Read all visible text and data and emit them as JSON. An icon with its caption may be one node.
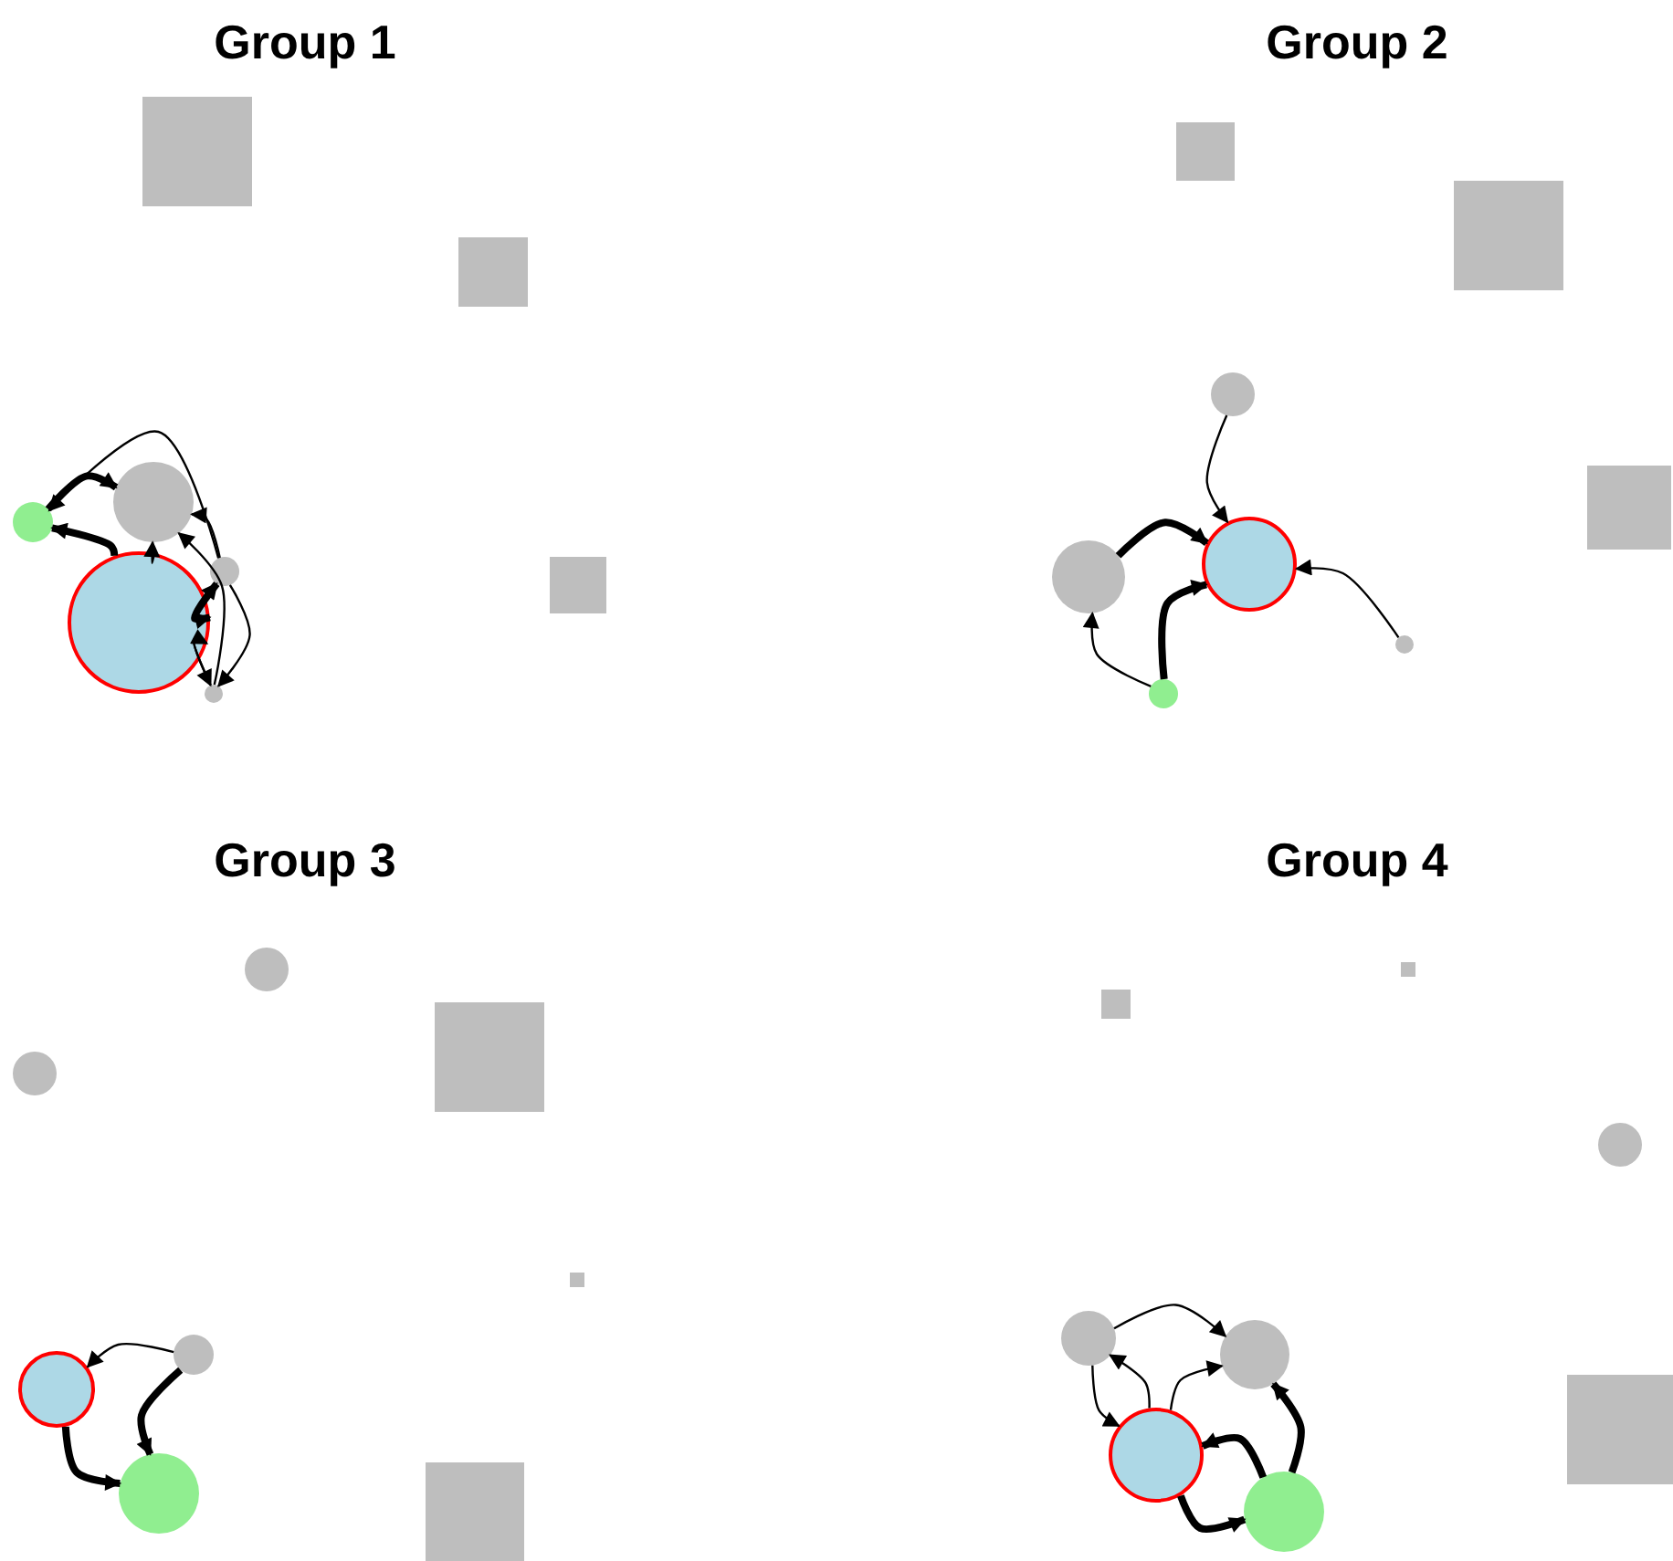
{
  "diagram": {
    "nodes": [
      {
        "text": [],
        "shape": "box"
      },
      {
        "text": [],
        "shape": "box"
      },
      {
        "text": [],
        "shape": "circle"
      },
      {
        "text": [],
        "shape": "circle"
      },
      {
        "text": [],
        "shape": "circle"
      },
      {
        "text": [],
        "shape": "circle"
      },
      {
        "text": [],
        "shape": "box"
      },
      {
        "text": [],
        "shape": "circle"
      },
      {
        "text": [],
        "shape": "box"
      },
      {
        "text": [],
        "shape": "box"
      },
      {
        "text": [],
        "shape": "circle"
      },
      {
        "text": [],
        "shape": "box"
      },
      {
        "text": [],
        "shape": "circle"
      },
      {
        "text": [],
        "shape": "circle"
      },
      {
        "text": [],
        "shape": "circle"
      },
      {
        "text": [],
        "shape": "circle"
      },
      {
        "text": [],
        "shape": "circle"
      },
      {
        "text": [],
        "shape": "box"
      },
      {
        "text": [],
        "shape": "circle"
      },
      {
        "text": [],
        "shape": "box"
      },
      {
        "text": [],
        "shape": "circle"
      },
      {
        "text": [],
        "shape": "circle"
      },
      {
        "text": [],
        "shape": "circle"
      },
      {
        "text": [],
        "shape": "box"
      },
      {
        "text": [],
        "shape": "box"
      },
      {
        "text": [],
        "shape": "box"
      },
      {
        "text": [],
        "shape": "circle"
      },
      {
        "text": [],
        "shape": "circle"
      },
      {
        "text": [],
        "shape": "circle"
      },
      {
        "text": [],
        "shape": "box"
      },
      {
        "text": [],
        "shape": "circle"
      },
      {
        "text": [],
        "shape": "circle"
      }
    ],
    "edges": [
      {
        "from": 2,
        "to": 3,
        "arrow": "to",
        "style": "thick"
      },
      {
        "from": 5,
        "to": 2,
        "arrow": "to",
        "style": "thick"
      },
      {
        "from": 5,
        "to": 3,
        "arrow": "to"
      },
      {
        "from": 4,
        "to": 3,
        "arrow": "to"
      },
      {
        "from": 4,
        "to": 5,
        "arrow": "to",
        "style": "thick"
      },
      {
        "from": 5,
        "to": 4,
        "arrow": "to"
      },
      {
        "from": 4,
        "to": 2,
        "arrow": "to"
      },
      {
        "from": 7,
        "to": 5,
        "arrow": "to"
      },
      {
        "from": 5,
        "to": 7,
        "arrow": "to"
      },
      {
        "from": 4,
        "to": 7,
        "arrow": "to"
      },
      {
        "from": 7,
        "to": 3,
        "arrow": "to"
      },
      {
        "from": 10,
        "to": 12,
        "arrow": "to"
      },
      {
        "from": 13,
        "to": 12,
        "arrow": "to",
        "style": "thick"
      },
      {
        "from": 15,
        "to": 12,
        "arrow": "to",
        "style": "thick"
      },
      {
        "from": 15,
        "to": 13,
        "arrow": "to"
      },
      {
        "from": 14,
        "to": 12,
        "arrow": "to"
      },
      {
        "from": 20,
        "to": 21,
        "arrow": "to"
      },
      {
        "from": 20,
        "to": 22,
        "arrow": "to",
        "style": "thick"
      },
      {
        "from": 21,
        "to": 22,
        "arrow": "to",
        "style": "thick"
      },
      {
        "from": 27,
        "to": 28,
        "arrow": "to"
      },
      {
        "from": 27,
        "to": 30,
        "arrow": "to"
      },
      {
        "from": 30,
        "to": 27,
        "arrow": "to"
      },
      {
        "from": 30,
        "to": 28,
        "arrow": "to"
      },
      {
        "from": 31,
        "to": 28,
        "arrow": "to",
        "style": "thick"
      },
      {
        "from": 30,
        "to": 31,
        "arrow": "to",
        "style": "thick"
      },
      {
        "from": 31,
        "to": 30,
        "arrow": "to",
        "style": "thick"
      }
    ],
    "labels": [
      "Group 1",
      "Group 2",
      "Group 3",
      "Group 4"
    ]
  }
}
